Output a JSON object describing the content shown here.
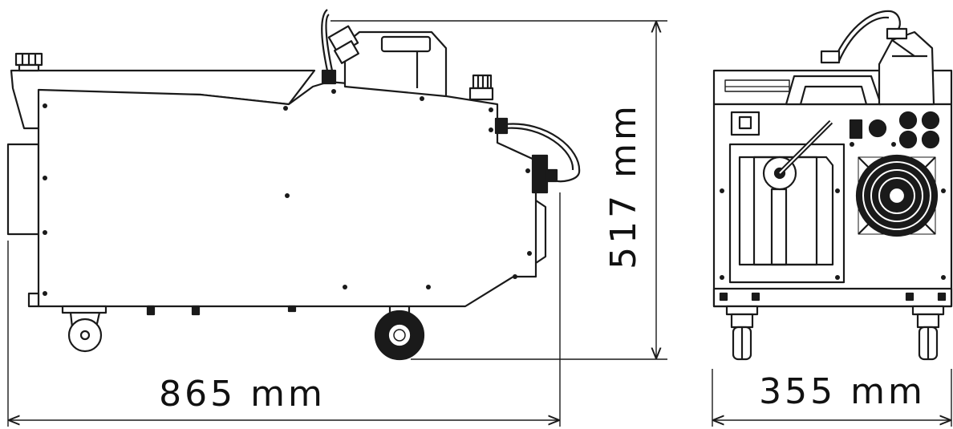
{
  "dimensions": {
    "length": "865 mm",
    "height": "517 mm",
    "width": "355 mm"
  },
  "colors": {
    "stroke": "#1a1a1a",
    "fill": "#ffffff",
    "detail": "#111111"
  }
}
